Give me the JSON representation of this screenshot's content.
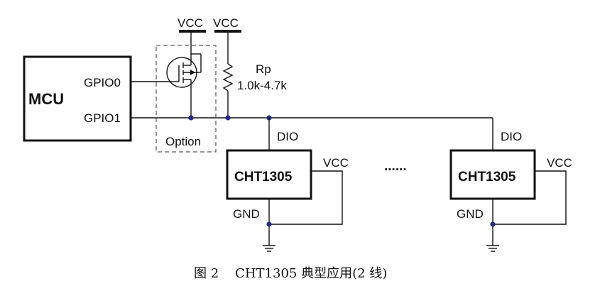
{
  "mcu": {
    "title": "MCU",
    "pin0": "GPIO0",
    "pin1": "GPIO1"
  },
  "supplies": {
    "vcc_mosfet": "VCC",
    "vcc_resistor": "VCC"
  },
  "resistor": {
    "name": "Rp",
    "value": "1.0k-4.7k"
  },
  "option_label": "Option",
  "chips": [
    {
      "title": "CHT1305",
      "dio": "DIO",
      "vcc": "VCC",
      "gnd": "GND"
    },
    {
      "title": "CHT1305",
      "dio": "DIO",
      "vcc": "VCC",
      "gnd": "GND"
    }
  ],
  "ellipsis": "......",
  "caption": "图 2    CHT1305 典型应用(2 线)",
  "colors": {
    "junction": "#1f2a8a",
    "line": "#111111"
  }
}
